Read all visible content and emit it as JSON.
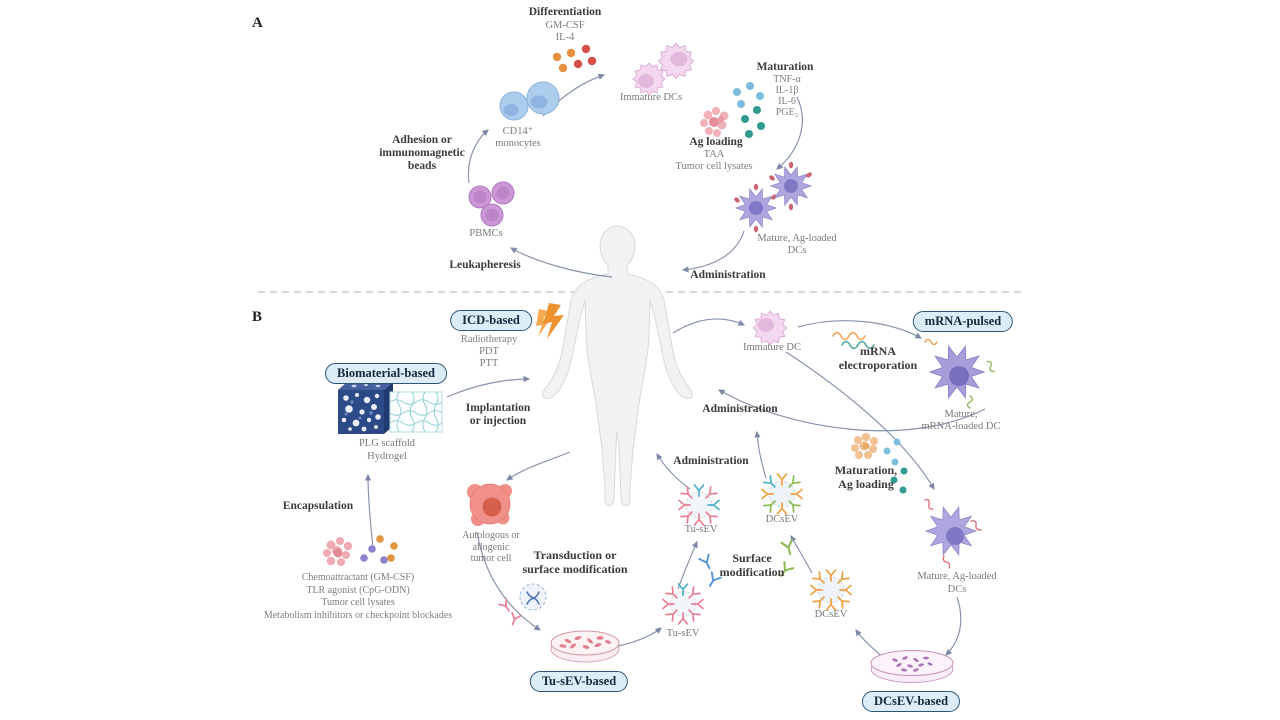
{
  "colors": {
    "badge_fill": "#dcedf8",
    "badge_border": "#2e5578",
    "arrow": "#8893ad",
    "divider": "#cccccc",
    "lightning": "#ec9330",
    "immature_dc_fill": "#f3d8ef",
    "mature_dc_fill": "#aea6de",
    "monocyte_fill": "#adcdec",
    "pbmc_fill": "#cb97d4",
    "tumor_cell_fill": "#f19089"
  },
  "panelA": {
    "label": "A",
    "differentiation_title": "Differentiation",
    "differentiation_sub": "GM-CSF\nIL-4",
    "immature_dcs": "Immature DCs",
    "maturation_title": "Maturation",
    "maturation_sub": "TNF-α\nIL-1β\nIL-6\nPGE₂",
    "ag_loading_title": "Ag loading",
    "ag_loading_sub": "TAA\nTumor cell lysates",
    "mature_dcs": "Mature, Ag-loaded\nDCs",
    "administration": "Administration",
    "leukapheresis": "Leukapheresis",
    "pbmcs": "PBMCs",
    "adhesion": "Adhesion or\nimmunomagnetic\nbeads",
    "cd14": "CD14⁺\nmonocytes"
  },
  "panelB": {
    "label": "B",
    "icd_badge": "ICD-based",
    "icd_sub": "Radiotherapy\nPDT\nPTT",
    "biomaterial_badge": "Biomaterial-based",
    "biomaterial_sub": "PLG scaffold\nHydrogel",
    "implantation": "Implantation\nor injection",
    "encapsulation": "Encapsulation",
    "encapsulation_sub": "Chemoattractant (GM-CSF)\nTLR agonist (CpG-ODN)\nTumor cell lysates\nMetabolism inhibitors or checkpoint blockades",
    "tumor_cell": "Autologous or\nallogenic\ntumor cell",
    "transduction": "Transduction or\nsurface modification",
    "tusev_based_badge": "Tu-sEV-based",
    "tusev_lower": "Tu-sEV",
    "tusev_upper": "Tu-sEV",
    "administration_left": "Administration",
    "administration_center": "Administration",
    "surface_modification": "Surface\nmodification",
    "dcsev_upper": "DCsEV",
    "dcsev_lower": "DCsEV",
    "immature_dc": "Immature DC",
    "mrna_electroporation": "mRNA\nelectroporation",
    "mrna_badge": "mRNA-pulsed",
    "mature_mrna_dc": "Mature,\nmRNA-loaded DC",
    "maturation_ag": "Maturation,\nAg loading",
    "mature_ag_dcs": "Mature, Ag-loaded\nDCs",
    "dcsev_based_badge": "DCsEV-based"
  }
}
